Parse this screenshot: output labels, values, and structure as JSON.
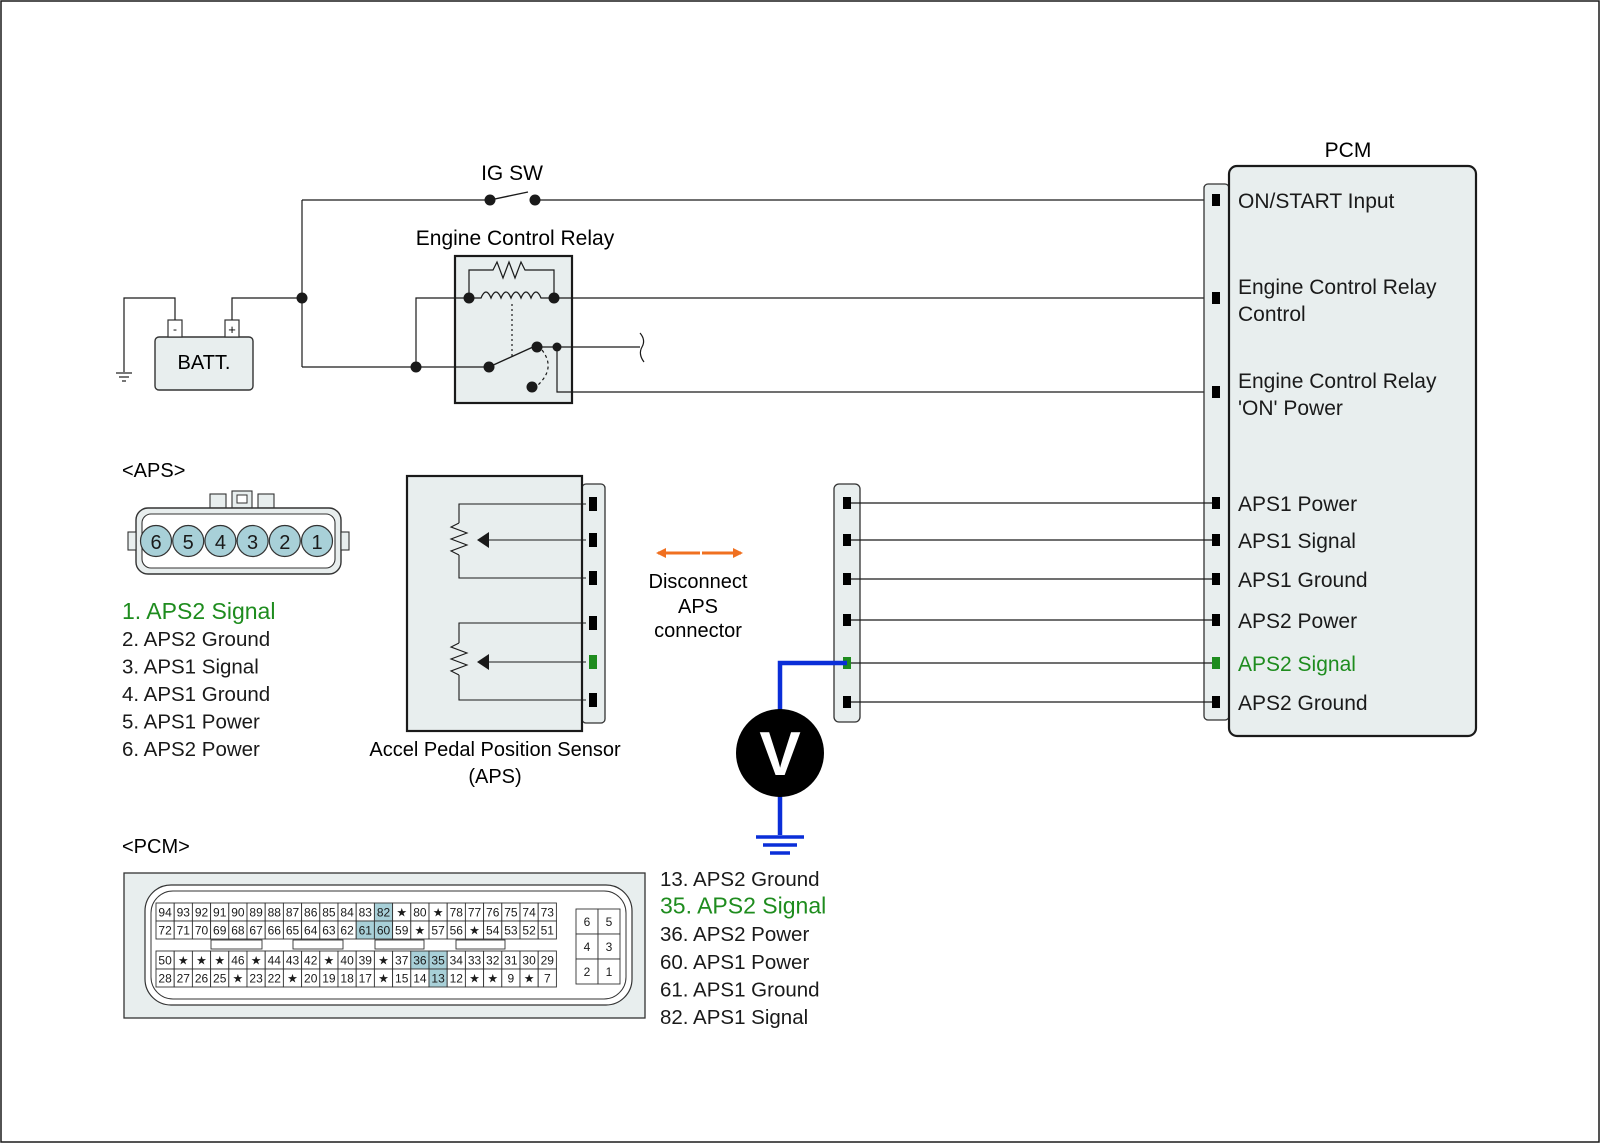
{
  "igsw_label": "IG SW",
  "relay_label": "Engine Control Relay",
  "batt_label": "BATT.",
  "batt_neg": "-",
  "batt_pos": "+",
  "pcm_title": "PCM",
  "pcm_pins": [
    {
      "lines": [
        "ON/START Input"
      ]
    },
    {
      "lines": [
        "Engine Control Relay",
        "Control"
      ]
    },
    {
      "lines": [
        "Engine Control Relay",
        "'ON' Power"
      ]
    },
    {
      "lines": [
        "APS1 Power"
      ]
    },
    {
      "lines": [
        "APS1 Signal"
      ]
    },
    {
      "lines": [
        "APS1 Ground"
      ]
    },
    {
      "lines": [
        "APS2 Power"
      ]
    },
    {
      "lines": [
        "APS2 Signal"
      ],
      "highlight": true
    },
    {
      "lines": [
        "APS2 Ground"
      ]
    }
  ],
  "aps_header": "<APS>",
  "aps_connector_pins": [
    "6",
    "5",
    "4",
    "3",
    "2",
    "1"
  ],
  "aps_legend": [
    {
      "text": "1. APS2 Signal",
      "highlight": true
    },
    {
      "text": "2. APS2 Ground"
    },
    {
      "text": "3. APS1 Signal"
    },
    {
      "text": "4. APS1 Ground"
    },
    {
      "text": "5. APS1 Power"
    },
    {
      "text": "6. APS2 Power"
    }
  ],
  "sensor_label": [
    "Accel Pedal Position Sensor",
    "(APS)"
  ],
  "disconnect_label": [
    "Disconnect",
    "APS",
    "connector"
  ],
  "voltmeter_label": "V",
  "pcm_header": "<PCM>",
  "pcm_connector": {
    "row1": [
      "94",
      "93",
      "92",
      "91",
      "90",
      "89",
      "88",
      "87",
      "86",
      "85",
      "84",
      "83",
      "82",
      "★",
      "80",
      "★",
      "78",
      "77",
      "76",
      "75",
      "74",
      "73"
    ],
    "row2": [
      "72",
      "71",
      "70",
      "69",
      "68",
      "67",
      "66",
      "65",
      "64",
      "63",
      "62",
      "61",
      "60",
      "59",
      "★",
      "57",
      "56",
      "★",
      "54",
      "53",
      "52",
      "51"
    ],
    "row3": [
      "50",
      "★",
      "★",
      "★",
      "46",
      "★",
      "44",
      "43",
      "42",
      "★",
      "40",
      "39",
      "★",
      "37",
      "36",
      "35",
      "34",
      "33",
      "32",
      "31",
      "30",
      "29"
    ],
    "row4": [
      "28",
      "27",
      "26",
      "25",
      "★",
      "23",
      "22",
      "★",
      "20",
      "19",
      "18",
      "17",
      "★",
      "15",
      "14",
      "13",
      "12",
      "★",
      "★",
      "9",
      "★",
      "7"
    ],
    "highlighted": [
      "82",
      "61",
      "60",
      "36",
      "35",
      "13"
    ],
    "small_grid": [
      [
        "6",
        "5"
      ],
      [
        "4",
        "3"
      ],
      [
        "2",
        "1"
      ]
    ]
  },
  "pcm_legend": [
    {
      "text": "13. APS2 Ground"
    },
    {
      "text": "35. APS2 Signal",
      "highlight": true
    },
    {
      "text": "36. APS2 Power"
    },
    {
      "text": "60. APS1 Power"
    },
    {
      "text": "61. APS1 Ground"
    },
    {
      "text": "82. APS1 Signal"
    }
  ],
  "colors": {
    "line": "#1a1a1a",
    "box_fill": "#e8eeee",
    "pin_highlight": "#a8d0d8",
    "signal_green": "#1e8c1e",
    "arrow_orange": "#f07020",
    "probe_blue": "#0a2ed8"
  }
}
